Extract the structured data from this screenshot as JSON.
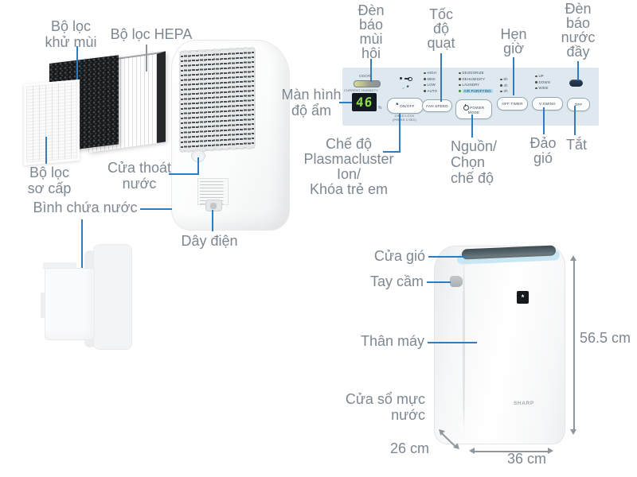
{
  "colors": {
    "label_text": "#7d8791",
    "leader_line": "#2f7dc0",
    "panel_bg": "#dde9ef",
    "mode_highlight": "#a6d9ec",
    "display_digits": "#8edc4b",
    "dimension_gray": "#8f969c"
  },
  "filters": {
    "deodorizing_label": [
      "Bộ lọc",
      "khử mùi"
    ],
    "hepa_label": "Bộ lọc HEPA",
    "pre_filter_label": [
      "Bộ lọc",
      "sơ cấp"
    ]
  },
  "back_unit": {
    "drain_label": [
      "Cửa thoát",
      "nước"
    ],
    "tank_label": "Bình chứa nước",
    "cord_label": "Dây điện"
  },
  "panel": {
    "odor": "ODOR",
    "current_humidity": "CURRENT HUMIDITY",
    "humidity_value": "46",
    "humidity_unit": "%",
    "on_off": "ON/OFF",
    "child_lock": [
      "CHILD LOCK",
      "(PRESS 3 SEC)"
    ],
    "fan_speed": "FAN SPEED",
    "power_mode": [
      "POWER",
      "MODE"
    ],
    "off_timer": "OFF TIMER",
    "v_swing": "V.SWING",
    "off": "OFF",
    "fan_indicators": [
      "HIGH",
      "MED",
      "LOW",
      "AUTO"
    ],
    "mode_indicators": [
      "DEODORIZE",
      "DEHUMIDIFY",
      "LAUNDRY",
      "AIR PURIFYING"
    ],
    "active_mode": "AIR PURIFYING",
    "timer_indicators": [
      "6h",
      "4h",
      "2h"
    ],
    "swing_indicators": [
      "UP",
      "DOWN",
      "WIDE"
    ]
  },
  "panel_callouts": {
    "odor_light": [
      "Đèn",
      "báo",
      "mùi",
      "hôi"
    ],
    "fan_speed": [
      "Tốc",
      "độ",
      "quạt"
    ],
    "timer": [
      "Hẹn",
      "giờ"
    ],
    "water_full_light": [
      "Đèn",
      "báo",
      "nước",
      "đầy"
    ],
    "humidity_display": [
      "Màn hình",
      "độ ẩm"
    ],
    "plasmacluster": [
      "Chế độ",
      "Plasmacluster",
      "Ion/",
      "Khóa trẻ em"
    ],
    "power_select": [
      "Nguồn/",
      "Chọn",
      "chế độ"
    ],
    "swing": [
      "Đảo",
      "gió"
    ],
    "off": "Tắt"
  },
  "front_unit": {
    "air_outlet_label": "Cửa gió",
    "handle_label": "Tay cầm",
    "body_label": "Thân máy",
    "water_window_label": "Cửa sổ mực nước",
    "brand": "SHARP",
    "height": "56.5 cm",
    "depth": "26 cm",
    "width": "36 cm"
  }
}
